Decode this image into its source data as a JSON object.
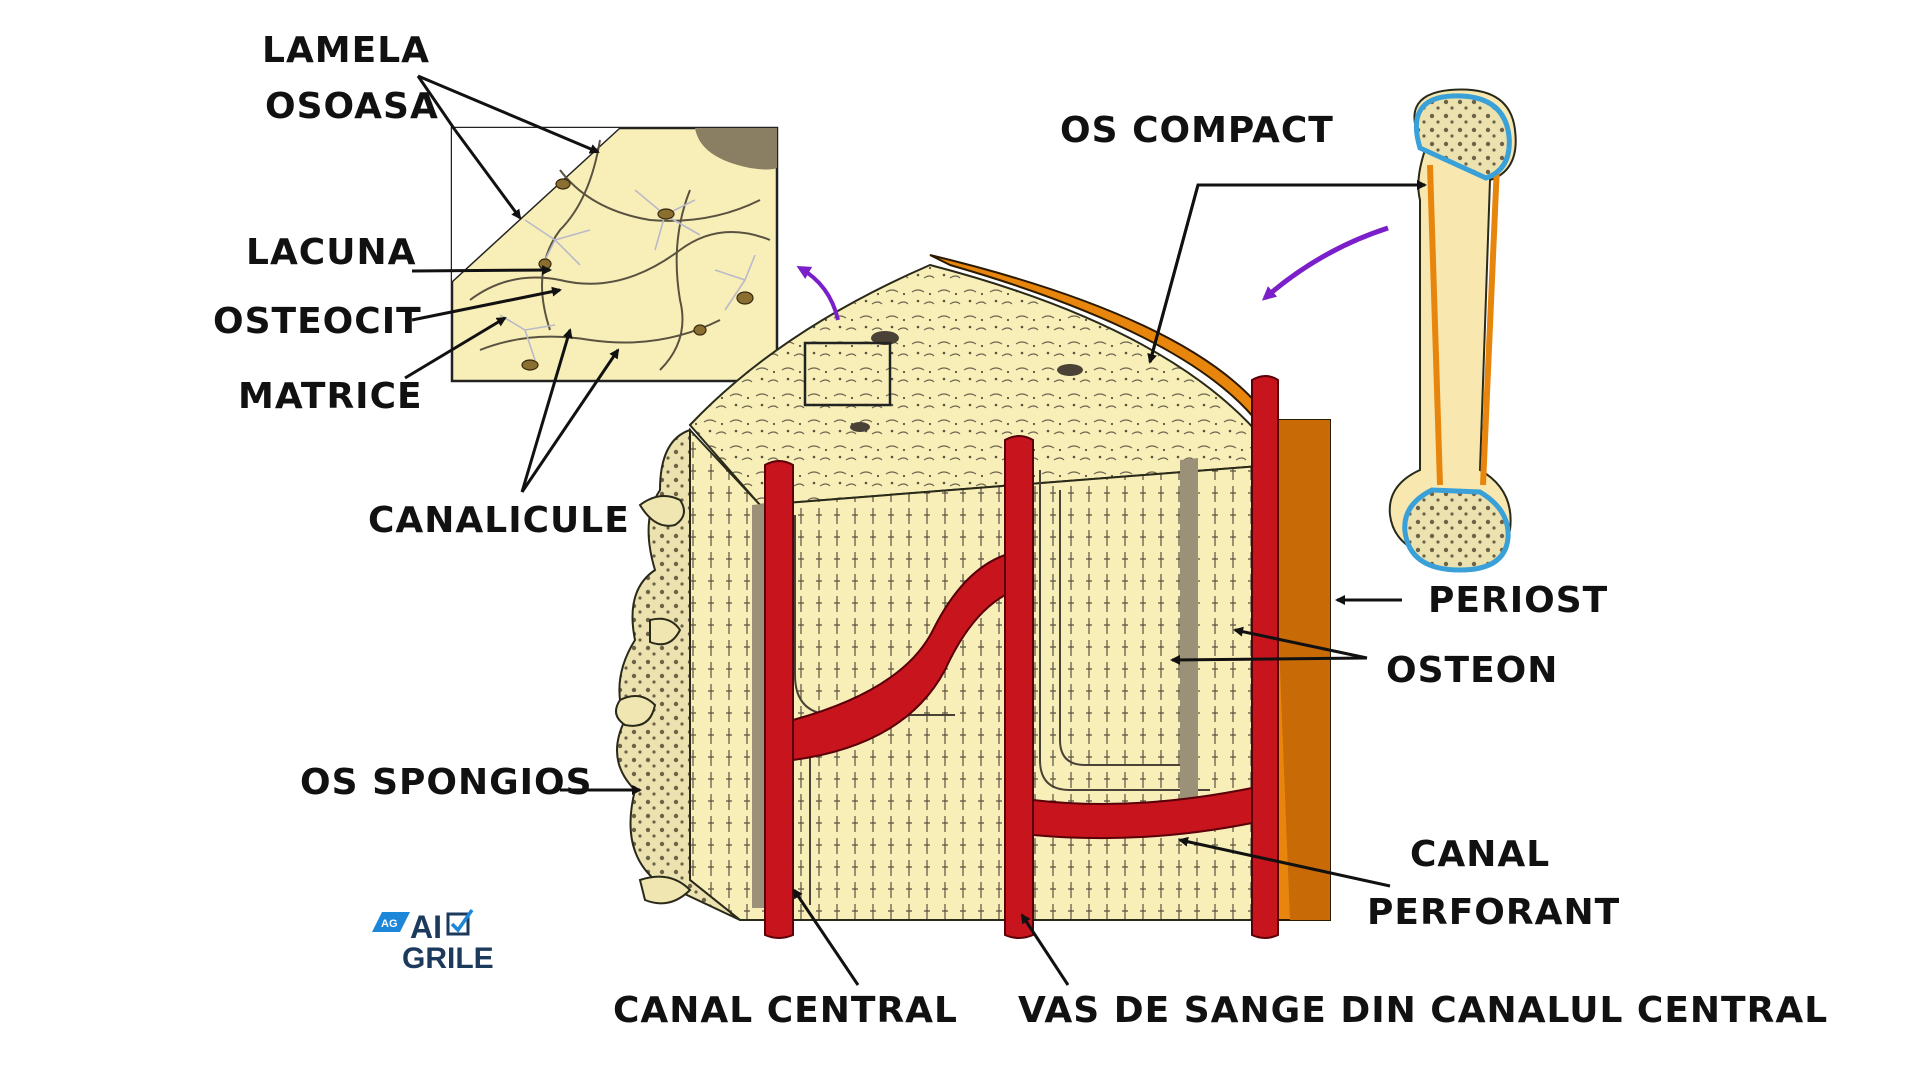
{
  "labels": {
    "lamela_line1": "LAMELA",
    "lamela_line2": "OSOASA",
    "lacuna": "LACUNA",
    "osteocit": "OSTEOCIT",
    "matrice": "MATRICE",
    "canalicule": "CANALICULE",
    "os_compact": "OS COMPACT",
    "periost": "PERIOST",
    "osteon": "OSTEON",
    "os_spongios": "OS SPONGIOS",
    "canal_perforant_line1": "CANAL",
    "canal_perforant_line2": "PERFORANT",
    "canal_central": "CANAL CENTRAL",
    "vas_de_sange": "VAS DE SANGE DIN CANALUL CENTRAL"
  },
  "logo": {
    "badge": "AG",
    "top": "AI",
    "bottom": "GRILE"
  },
  "colors": {
    "bone": "#f8efb8",
    "vessel": "#c8141c",
    "periosteum": "#e8850c",
    "marrow_border": "#3aa0d8",
    "arrow_accent": "#7a1fc9",
    "logo_blue": "#1c86d8"
  }
}
